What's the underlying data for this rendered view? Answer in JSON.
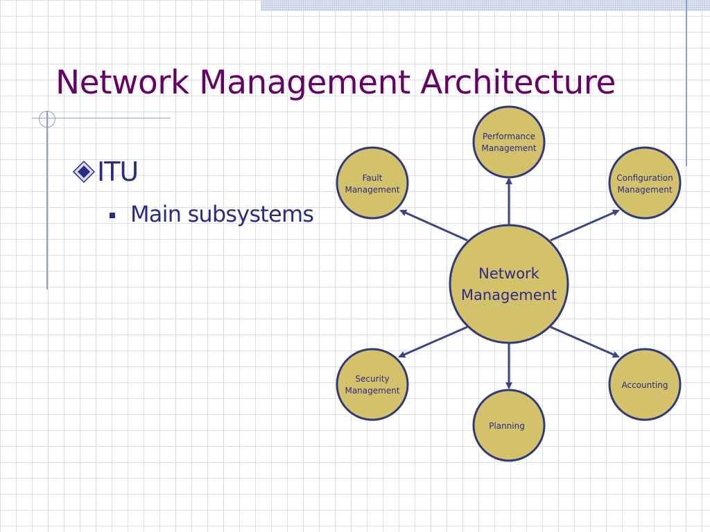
{
  "slide": {
    "title": "Network Management Architecture",
    "bullets": [
      {
        "text": "ITU",
        "icon": "diamond-bullet-icon"
      },
      {
        "text": "Main subsystems",
        "icon": "square-bullet-icon"
      }
    ]
  },
  "diagram": {
    "center": {
      "line1": "Network",
      "line2": "Management"
    },
    "nodes": {
      "performance": {
        "line1": "Performance",
        "line2": "Management"
      },
      "fault": {
        "line1": "Fault",
        "line2": "Management"
      },
      "configuration": {
        "line1": "Configuration",
        "line2": "Management"
      },
      "security": {
        "line1": "Security",
        "line2": "Management"
      },
      "accounting": {
        "line1": "Accounting"
      },
      "planning": {
        "line1": "Planning"
      }
    },
    "colors": {
      "node_fill": "#d4c26a",
      "node_stroke": "#2e3a80",
      "arrow": "#3a4488",
      "text": "#2a2a8a",
      "title": "#660066"
    }
  }
}
